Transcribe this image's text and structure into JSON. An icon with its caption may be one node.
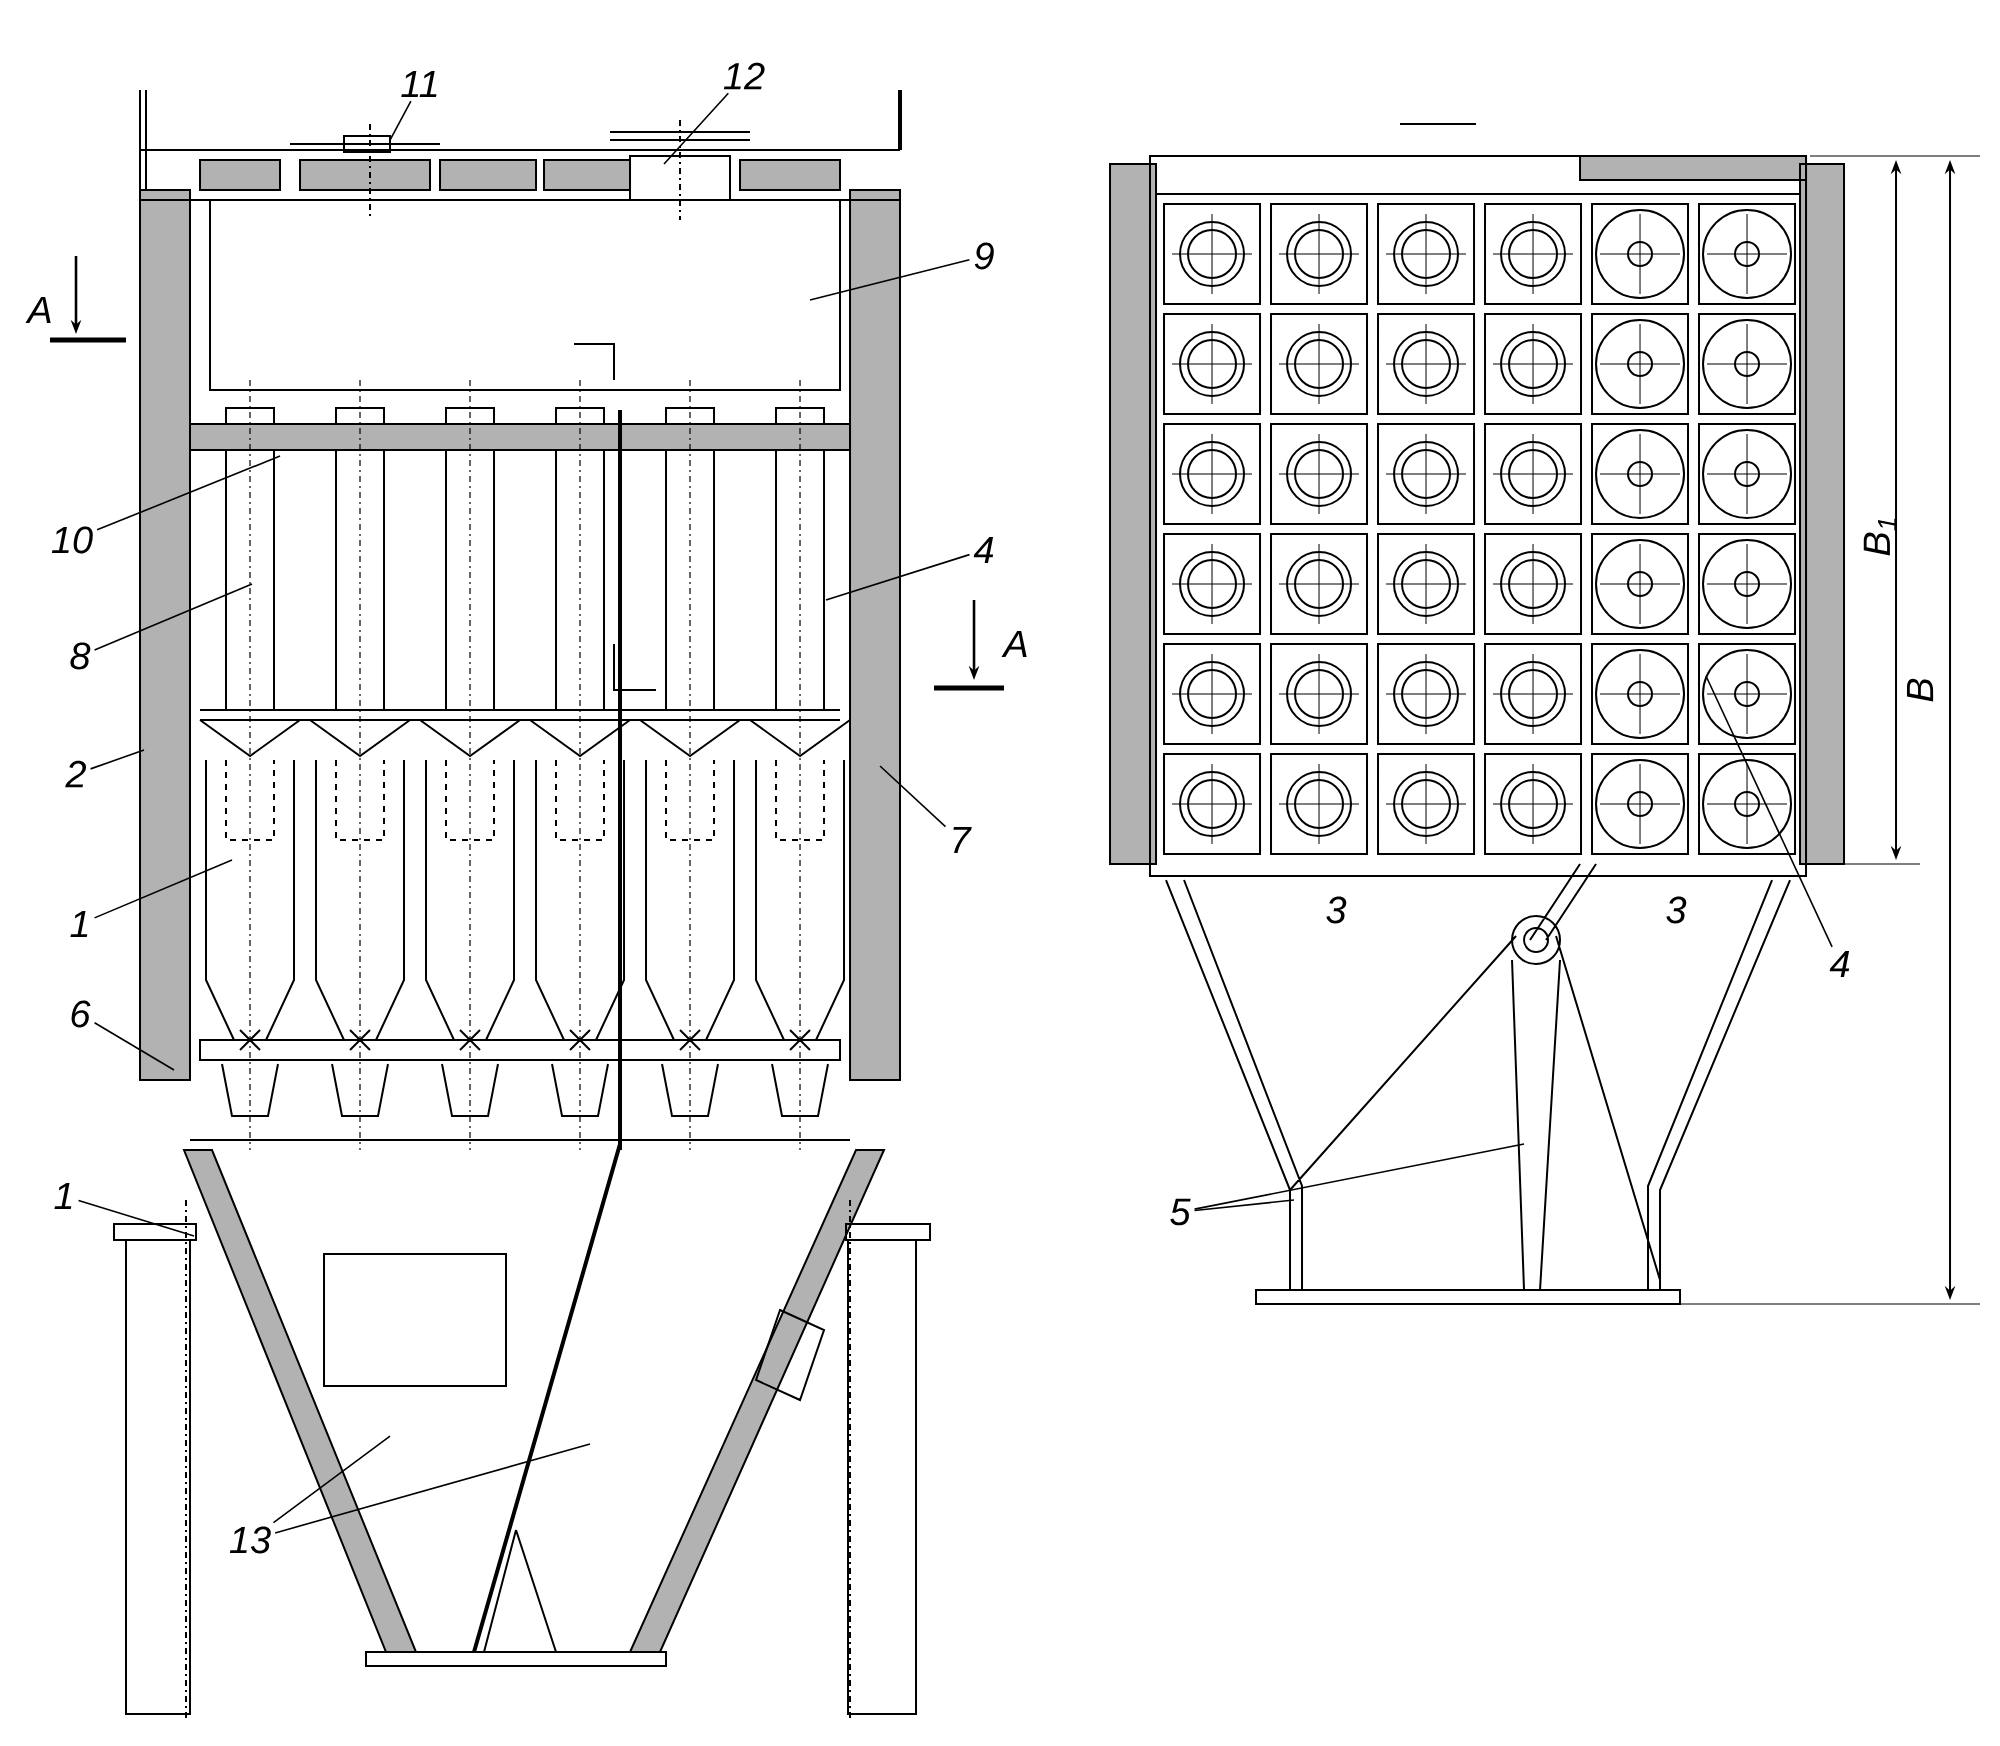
{
  "diagram": {
    "nodes": [
      {
        "text": [
          "11"
        ]
      },
      {
        "text": [
          "12"
        ]
      },
      {
        "text": [
          "9"
        ]
      },
      {
        "text": [
          "10"
        ]
      },
      {
        "text": [
          "8"
        ]
      },
      {
        "text": [
          "4"
        ]
      },
      {
        "text": [
          "2"
        ]
      },
      {
        "text": [
          "1"
        ]
      },
      {
        "text": [
          "7"
        ]
      },
      {
        "text": [
          "6"
        ]
      },
      {
        "text": [
          "1"
        ]
      },
      {
        "text": [
          "13"
        ]
      },
      {
        "text": [
          "5"
        ]
      },
      {
        "text": [
          "4"
        ]
      }
    ],
    "edges": [
      {
        "from": 0,
        "to": null,
        "arrow": "none"
      },
      {
        "from": 1,
        "to": null,
        "arrow": "none"
      },
      {
        "from": 2,
        "to": null,
        "arrow": "none"
      },
      {
        "from": 3,
        "to": null,
        "arrow": "none"
      },
      {
        "from": 4,
        "to": null,
        "arrow": "none"
      },
      {
        "from": 5,
        "to": null,
        "arrow": "none"
      },
      {
        "from": 6,
        "to": null,
        "arrow": "none"
      },
      {
        "from": 7,
        "to": null,
        "arrow": "none"
      },
      {
        "from": 8,
        "to": null,
        "arrow": "none"
      },
      {
        "from": 9,
        "to": null,
        "arrow": "none"
      },
      {
        "from": 10,
        "to": null,
        "arrow": "none"
      },
      {
        "from": 11,
        "to": null,
        "arrow": "none"
      },
      {
        "from": 11,
        "to": null,
        "arrow": "none"
      },
      {
        "from": 12,
        "to": null,
        "arrow": "none"
      },
      {
        "from": 12,
        "to": null,
        "arrow": "none"
      },
      {
        "from": 13,
        "to": null,
        "arrow": "none"
      }
    ],
    "labels": [
      "А",
      "А",
      "3",
      "3",
      "В$_{1}$",
      "В"
    ]
  }
}
